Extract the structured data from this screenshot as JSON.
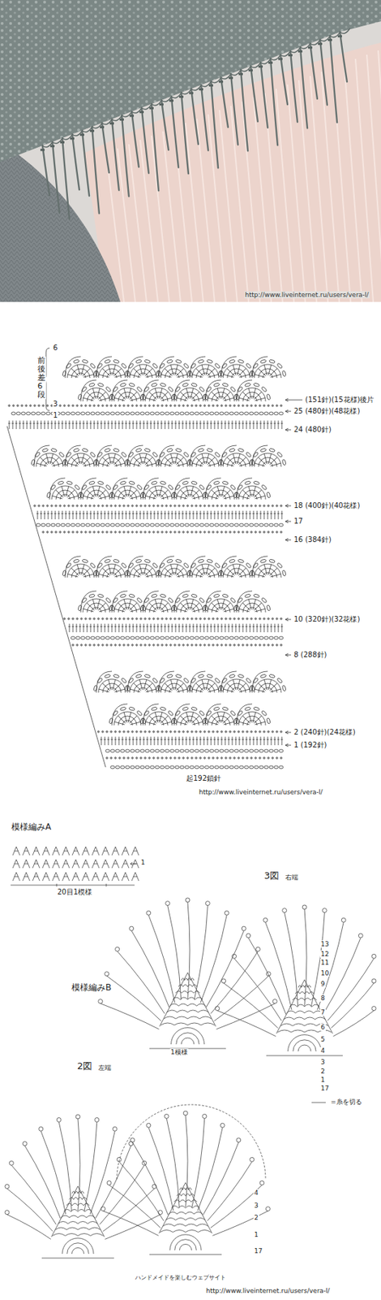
{
  "diagram": {
    "labels": [
      "http://www.liveinternet.ru/users/vera-l/",
      "6",
      "前後差6段",
      "3",
      "1",
      "(151針)(15花様)後片",
      "25 (480針)(48花様)",
      "24 (480針)",
      "18 (400針)(40花様)",
      "17",
      "16 (384針)",
      "10 (320針)(32花様)",
      "8 (288針)",
      "2 (240針)(24花様)",
      "1 (192針)",
      "起192鎖針",
      "http://www.liveinternet.ru/users/vera-l/",
      "模様編みA",
      "20目1模様",
      "1",
      "3図",
      "右端",
      "模様編みB",
      "2図",
      "左端",
      "1模様",
      "13",
      "12",
      "11",
      "10",
      "9",
      "8",
      "7",
      "6",
      "5",
      "4",
      "3",
      "2",
      "1",
      "17",
      "4",
      "3",
      "2",
      "1",
      "17",
      "=糸を切る",
      "ハンドメイドを楽しむウェブサイト",
      "http://www.liveinternet.ru/users/vera-l/"
    ]
  }
}
